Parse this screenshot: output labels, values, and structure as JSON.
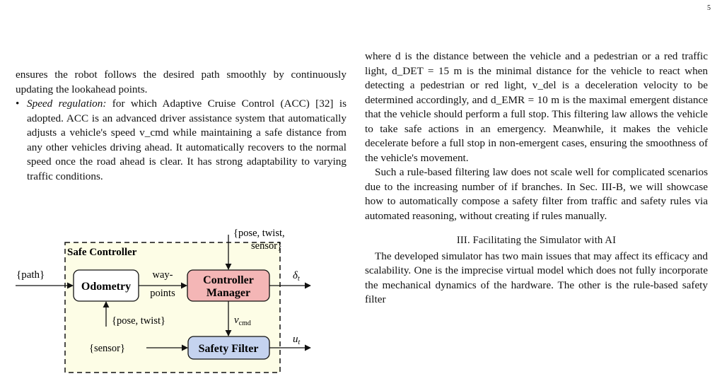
{
  "page_number": "5",
  "left_column": {
    "para_continued": "ensures the robot follows the desired path smoothly by continuously updating the lookahead points.",
    "bullet_symbol": "•",
    "bullet_label": "Speed regulation:",
    "bullet_text": " for which Adaptive Cruise Control (ACC) [32] is adopted. ACC is an advanced driver assistance system that automatically adjusts a vehicle's speed v_cmd while maintaining a safe distance from any other vehicles driving ahead. It automatically recovers to the normal speed once the road ahead is clear. It has strong adaptability to varying traffic conditions."
  },
  "right_column": {
    "para1": "where d is the distance between the vehicle and a pedestrian or a red traffic light, d_DET = 15 m is the minimal distance for the vehicle to react when detecting a pedestrian or red light, v_del is a deceleration velocity to be determined accordingly, and d_EMR = 10 m is the maximal emergent distance that the vehicle should perform a full stop. This filtering law allows the vehicle to take safe actions in an emergency. Meanwhile, it makes the vehicle decelerate before a full stop in non-emergent cases, ensuring the smoothness of the vehicle's movement.",
    "para2": "Such a rule-based filtering law does not scale well for complicated scenarios due to the increasing number of if branches. In Sec. III-B, we will showcase how to automatically compose a safety filter from traffic and safety rules via automated reasoning, without creating if rules manually.",
    "section_heading": "III. Facilitating the Simulator with AI",
    "para3": "The developed simulator has two main issues that may affect its efficacy and scalability. One is the imprecise virtual model which does not fully incorporate the mechanical dynamics of the hardware. The other is the rule-based safety filter"
  },
  "diagram": {
    "container_label": "Safe Controller",
    "input_path": "{path}",
    "odometry": "Odometry",
    "controller_manager_line1": "Controller",
    "controller_manager_line2": "Manager",
    "safety_filter": "Safety Filter",
    "waypoints_line1": "way-",
    "waypoints_line2": "points",
    "top_input_line1": "{pose, twist,",
    "top_input_line2": "sensor}",
    "odom_input": "{pose, twist}",
    "sensor_input": "{sensor}",
    "delta_output": "δ",
    "delta_sub": "t",
    "vcmd_label": "v",
    "vcmd_sub": "cmd",
    "u_output": "u",
    "u_sub": "t",
    "colors": {
      "container_fill": "#fdfde6",
      "controller_fill": "#f4b6b6",
      "safety_fill": "#c5d3ef",
      "odometry_fill": "#ffffff"
    }
  }
}
